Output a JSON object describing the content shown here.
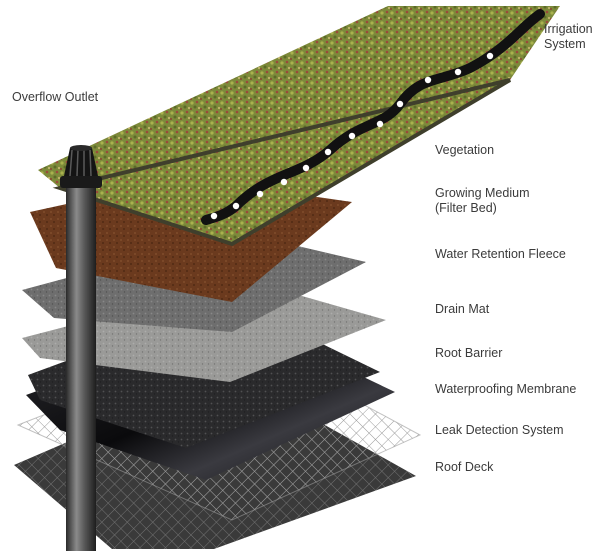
{
  "labels": {
    "irrigation_line1": "Irrigation",
    "irrigation_line2": "System",
    "overflow": "Overflow Outlet",
    "vegetation": "Vegetation",
    "growing_line1": "Growing Medium",
    "growing_line2": "(Filter Bed)",
    "water_retention": "Water Retention Fleece",
    "drain_mat": "Drain Mat",
    "root_barrier": "Root Barrier",
    "waterproofing": "Waterproofing Membrane",
    "leak_detection": "Leak Detection System",
    "roof_deck": "Roof Deck"
  },
  "colors": {
    "background": "#ffffff",
    "label_text": "#3b3b3b",
    "vegetation": "#7d8a3a",
    "vegetation_red": "#9a4a3a",
    "growing_medium": "#6b3a1e",
    "water_retention_fleece": "#6e6e6e",
    "drain_mat": "#9a9a98",
    "root_barrier": "#2a2a2c",
    "waterproofing_membrane": "#0e0e10",
    "leak_detection_mesh": "#8a8a8a",
    "roof_deck": "#3a3a3a",
    "irrigation_pipe": "#111111",
    "irrigation_emitters": "#ffffff",
    "overflow_pipe": "#4a4a4a"
  }
}
